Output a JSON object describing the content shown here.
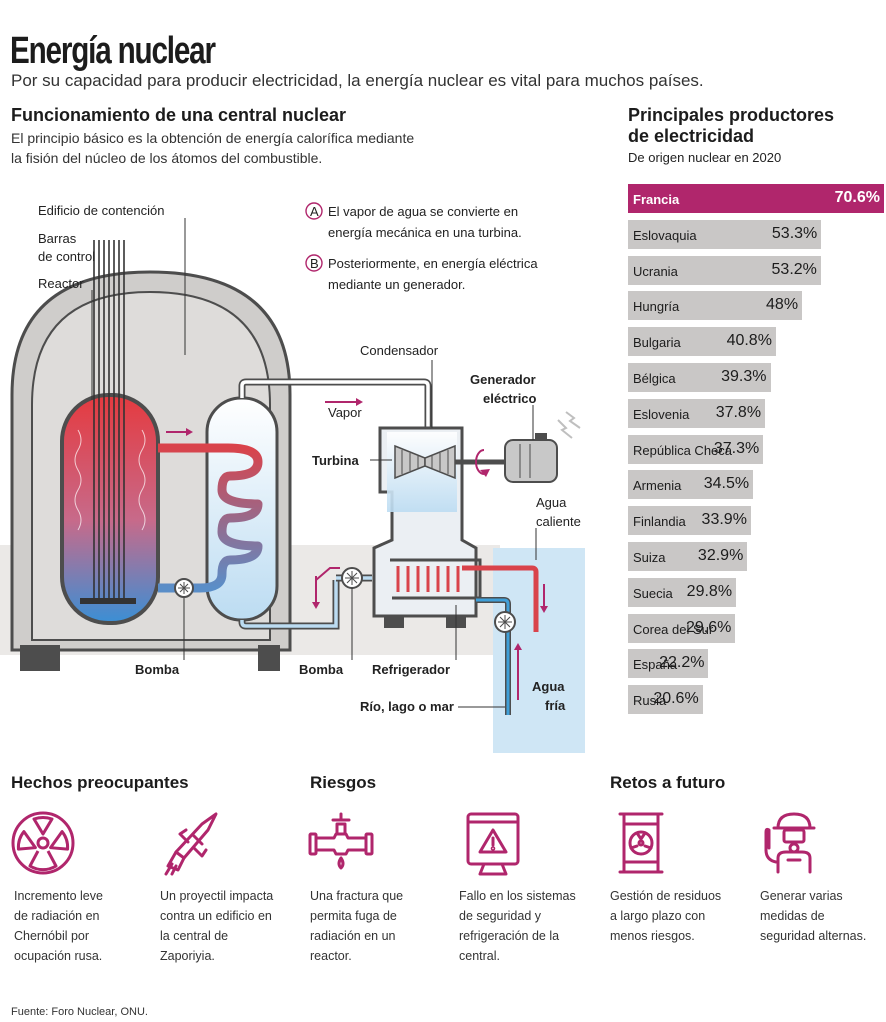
{
  "header": {
    "title": "Energía nuclear",
    "subtitle": "Por su capacidad para producir electricidad, la energía nuclear es vital para muchos países."
  },
  "plant": {
    "heading": "Funcionamiento de una central nuclear",
    "desc_lines": [
      "El principio básico es la obtención de energía calorífica mediante",
      "la fisión del núcleo de los átomos del combustible."
    ],
    "notes": {
      "a_letter": "A",
      "a_line1": "El vapor de agua se convierte en",
      "a_line2": "energía mecánica en una turbina.",
      "b_letter": "B",
      "b_line1": "Posteriormente, en energía eléctrica",
      "b_line2": "mediante un generador."
    },
    "labels": {
      "containment": "Edificio de contención",
      "rods_1": "Barras",
      "rods_2": "de control",
      "reactor": "Reactor",
      "condenser": "Condensador",
      "steam": "Vapor",
      "generator_1": "Generador",
      "generator_2": "eléctrico",
      "turbine": "Turbina",
      "hot_water_1": "Agua",
      "hot_water_2": "caliente",
      "pump_1": "Bomba",
      "pump_2": "Bomba",
      "cooler": "Refrigerador",
      "cold_water_1": "Agua",
      "cold_water_2": "fría",
      "river": "Río, lago o mar"
    }
  },
  "ranking": {
    "title_1": "Principales productores",
    "title_2": "de electricidad",
    "subtitle": "De origen nuclear en 2020"
  },
  "chart_data": {
    "type": "bar",
    "title": "Principales productores de electricidad",
    "subtitle": "De origen nuclear en 2020",
    "categories": [
      "Francia",
      "Eslovaquia",
      "Ucrania",
      "Hungría",
      "Bulgaria",
      "Bélgica",
      "Eslovenia",
      "República Checa",
      "Armenia",
      "Finlandia",
      "Suiza",
      "Suecia",
      "Corea del Sur",
      "España",
      "Rusia"
    ],
    "values": [
      70.6,
      53.3,
      53.2,
      48,
      40.8,
      39.3,
      37.8,
      37.3,
      34.5,
      33.9,
      32.9,
      29.8,
      29.6,
      22.2,
      20.6
    ],
    "labels": [
      "70.6%",
      "53.3%",
      "53.2%",
      "48%",
      "40.8%",
      "39.3%",
      "37.8%",
      "37.3%",
      "34.5%",
      "33.9%",
      "32.9%",
      "29.8%",
      "29.6%",
      "22.2%",
      "20.6%"
    ],
    "orientation": "horizontal",
    "highlight_color": "#b0266c",
    "bar_color": "#c9c7c6"
  },
  "sections": {
    "facts": {
      "heading": "Hechos preocupantes"
    },
    "risks": {
      "heading": "Riesgos"
    },
    "future": {
      "heading": "Retos a futuro"
    }
  },
  "items": [
    {
      "icon": "radiation-icon",
      "lines": [
        "Incremento leve",
        "de radiación en",
        "Chernóbil por",
        "ocupación rusa."
      ]
    },
    {
      "icon": "missile-icon",
      "lines": [
        "Un proyectil impacta",
        "contra un edificio en",
        "la central de",
        "Zaporiyia."
      ]
    },
    {
      "icon": "leaking-pipe-icon",
      "lines": [
        "Una fractura que",
        "permita fuga de",
        "radiación en un",
        "reactor."
      ]
    },
    {
      "icon": "system-warning-icon",
      "lines": [
        "Fallo en los sistemas",
        "de seguridad y",
        "refrigeración de la",
        "central."
      ]
    },
    {
      "icon": "radioactive-barrel-icon",
      "lines": [
        "Gestión de residuos",
        "a largo plazo con",
        "menos riesgos."
      ]
    },
    {
      "icon": "protected-worker-icon",
      "lines": [
        "Generar varias",
        "medidas de",
        "seguridad alternas."
      ]
    }
  ],
  "footer": {
    "source": "Fuente: Foro Nuclear, ONU."
  },
  "colors": {
    "accent": "#b0266c",
    "hot": "#e03a3e",
    "cold": "#3f9fd8",
    "building": "#d9d7d5",
    "outline": "#4d4d4d"
  }
}
